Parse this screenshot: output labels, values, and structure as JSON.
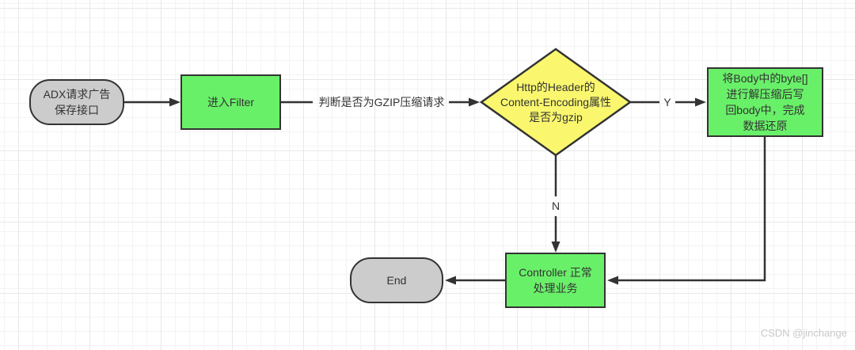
{
  "nodes": {
    "start": {
      "shape": "terminator",
      "label": "ADX请求广告\n保存接口"
    },
    "enter_filter": {
      "shape": "process",
      "label": "进入Filter"
    },
    "gzip_decision": {
      "shape": "decision",
      "label": "Http的Header的\nContent-Encoding属性\n是否为gzip"
    },
    "decompress": {
      "shape": "process",
      "label": "将Body中的byte[]\n进行解压缩后写\n回body中，完成\n数据还原"
    },
    "controller": {
      "shape": "process",
      "label": "Controller 正常\n处理业务"
    },
    "end": {
      "shape": "terminator",
      "label": "End"
    }
  },
  "edges": {
    "filter_to_decision": {
      "label": "判断是否为GZIP压缩请求"
    },
    "decision_yes": {
      "label": "Y"
    },
    "decision_no": {
      "label": "N"
    }
  },
  "watermark": "CSDN @jinchange",
  "colors": {
    "process_fill": "#69f069",
    "decision_fill": "#faf76e",
    "terminator_fill": "#cccccc",
    "stroke": "#333333",
    "grid_minor": "#f3f3f3",
    "grid_major": "#e8e8e8",
    "watermark": "#c9c9c9"
  }
}
